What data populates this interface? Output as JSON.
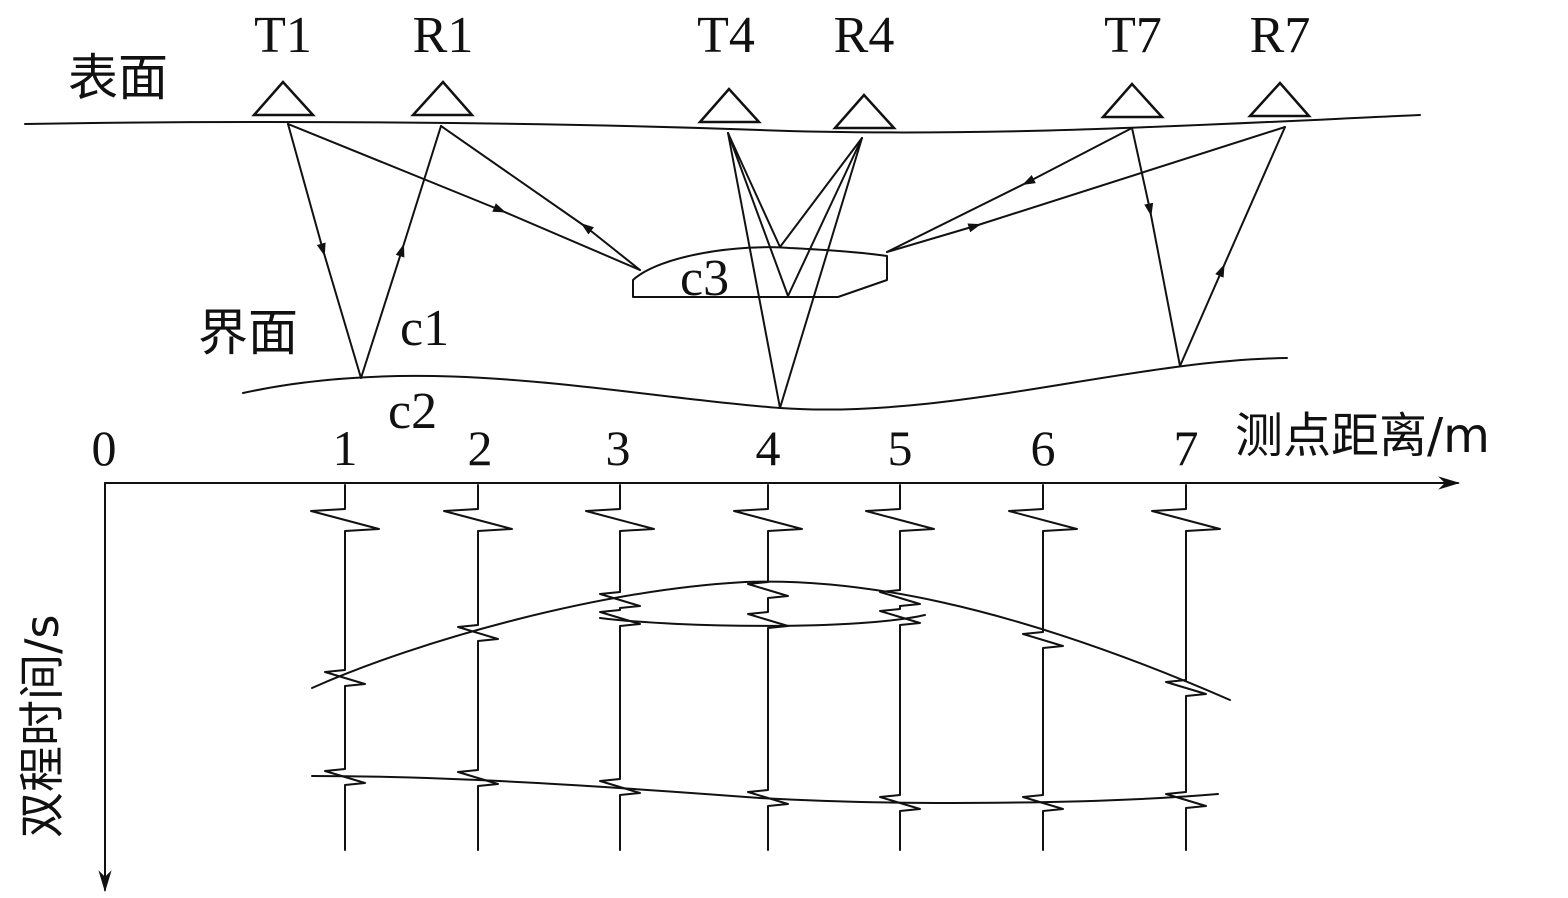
{
  "geology": {
    "surface_label": "表面",
    "interface_label": "界面",
    "transmitters": [
      "T1",
      "T4",
      "T7"
    ],
    "receivers": [
      "R1",
      "R4",
      "R7"
    ],
    "layer_labels": [
      "c1",
      "c2",
      "c3"
    ]
  },
  "profile": {
    "x_axis_label": "测点距离/m",
    "y_axis_label": "双程时间/s",
    "ticks": [
      "0",
      "1",
      "2",
      "3",
      "4",
      "5",
      "6",
      "7"
    ]
  },
  "colors": {
    "line": "#111111",
    "background": "#ffffff"
  }
}
